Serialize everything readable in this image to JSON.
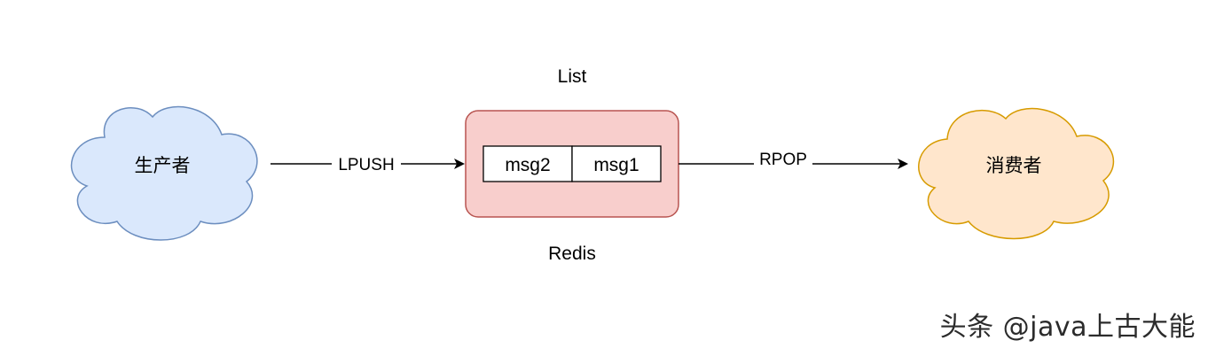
{
  "producer": {
    "label": "生产者",
    "fill": "#dae8fc",
    "stroke": "#6c8ebf"
  },
  "consumer": {
    "label": "消费者",
    "fill": "#ffe6cc",
    "stroke": "#d79b00"
  },
  "redis": {
    "top_label": "List",
    "bottom_label": "Redis",
    "fill": "#f8cecc",
    "stroke": "#b85450",
    "cells": [
      "msg2",
      "msg1"
    ]
  },
  "edges": {
    "push_label": "LPUSH",
    "pop_label": "RPOP"
  },
  "watermark": "头条 @java上古大能"
}
